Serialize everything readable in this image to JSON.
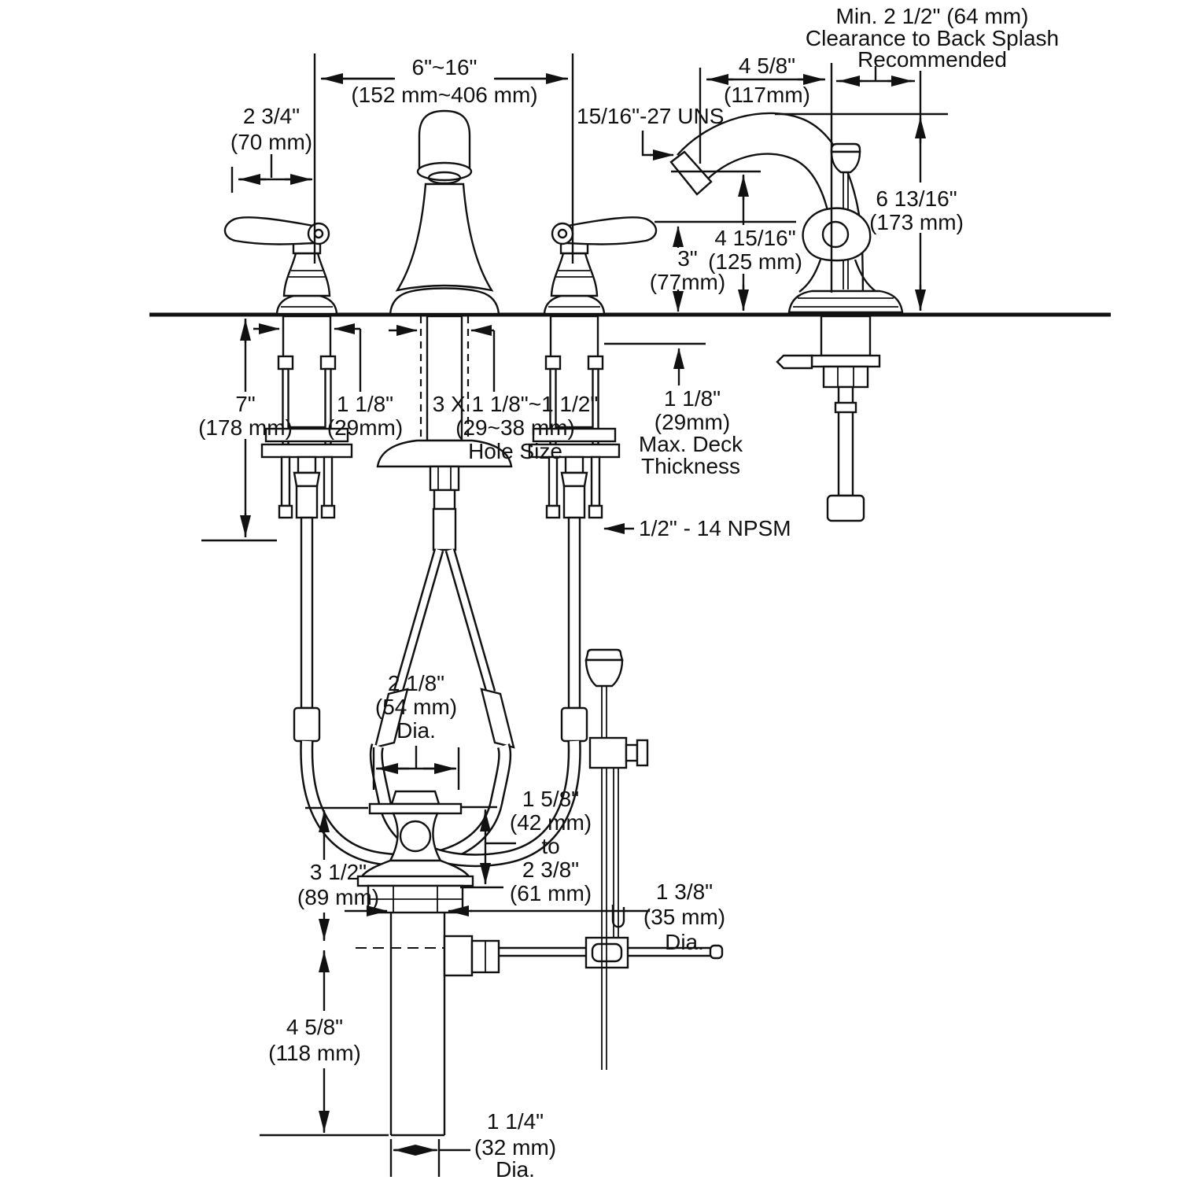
{
  "drawing": {
    "front_view": {
      "spread": {
        "value": "6\"~16\"",
        "metric": "(152 mm~406 mm)"
      },
      "handle_to_spout": {
        "value": "2 3/4\"",
        "metric": "(70 mm)"
      },
      "aerator_thread": {
        "value": "15/16\"-27 UNS"
      },
      "under_deck_height": {
        "value": "7\"",
        "metric": "(178 mm)"
      },
      "shank_diameter": {
        "value": "1 1/8\"",
        "metric": "(29mm)"
      },
      "hole_size": {
        "value": "3 X 1 1/8\"~1 1/2\"",
        "metric": "(29~38 mm)",
        "label": "Hole Size"
      },
      "deck_thickness": {
        "value": "1 1/8\"",
        "metric": "(29mm)",
        "label1": "Max. Deck",
        "label2": "Thickness"
      },
      "supply_thread": {
        "value": "1/2\" - 14 NPSM"
      }
    },
    "side_view": {
      "clearance": {
        "line1": "Min. 2 1/2\" (64 mm)",
        "line2": "Clearance to Back Splash",
        "line3": "Recommended"
      },
      "spout_reach": {
        "value": "4 5/8\"",
        "metric": "(117mm)"
      },
      "spout_height": {
        "value": "6 13/16\"",
        "metric": "(173 mm)"
      },
      "outlet_height": {
        "value": "4 15/16\"",
        "metric": "(125 mm)"
      },
      "handle_height": {
        "value": "3\"",
        "metric": "(77mm)"
      }
    },
    "drain_view": {
      "flange_diameter": {
        "value": "2 1/8\"",
        "metric": "(54 mm)",
        "label": "Dia."
      },
      "overflow_range": {
        "value1": "1 5/8\"",
        "metric1": "(42 mm)",
        "joiner": "to",
        "value2": "2 3/8\"",
        "metric2": "(61 mm)"
      },
      "body_height": {
        "value": "3 1/2\"",
        "metric": "(89 mm)"
      },
      "tailpiece_length": {
        "value": "4 5/8\"",
        "metric": "(118 mm)"
      },
      "rod_hole_diameter": {
        "value": "1 3/8\"",
        "metric": "(35 mm)",
        "label": "Dia."
      },
      "pipe_diameter": {
        "value": "1 1/4\"",
        "metric": "(32 mm)",
        "label": "Dia."
      }
    }
  }
}
